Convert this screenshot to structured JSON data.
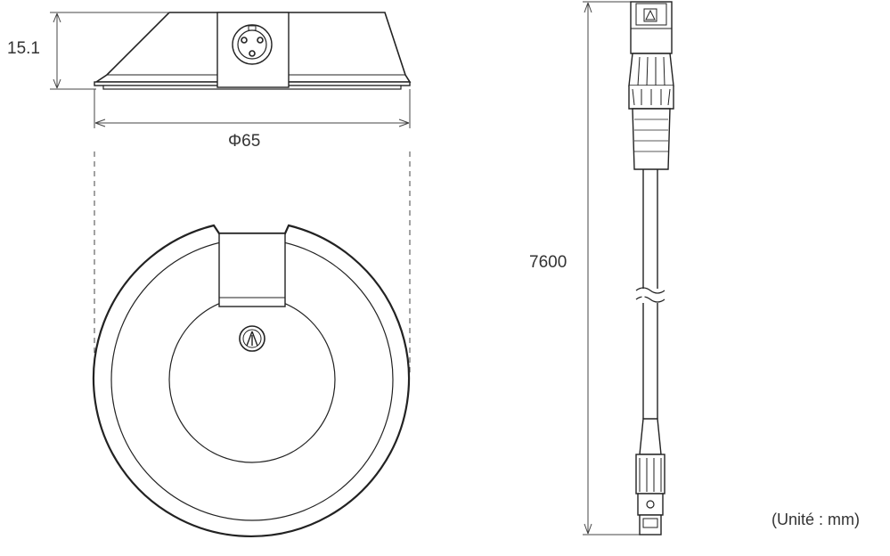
{
  "dimensions": {
    "height": "15.1",
    "diameter": "Φ65",
    "cable_length": "7600"
  },
  "unit_note": "(Unité : mm)",
  "colors": {
    "line": "#222222",
    "dim_line": "#444444",
    "text": "#333333"
  }
}
